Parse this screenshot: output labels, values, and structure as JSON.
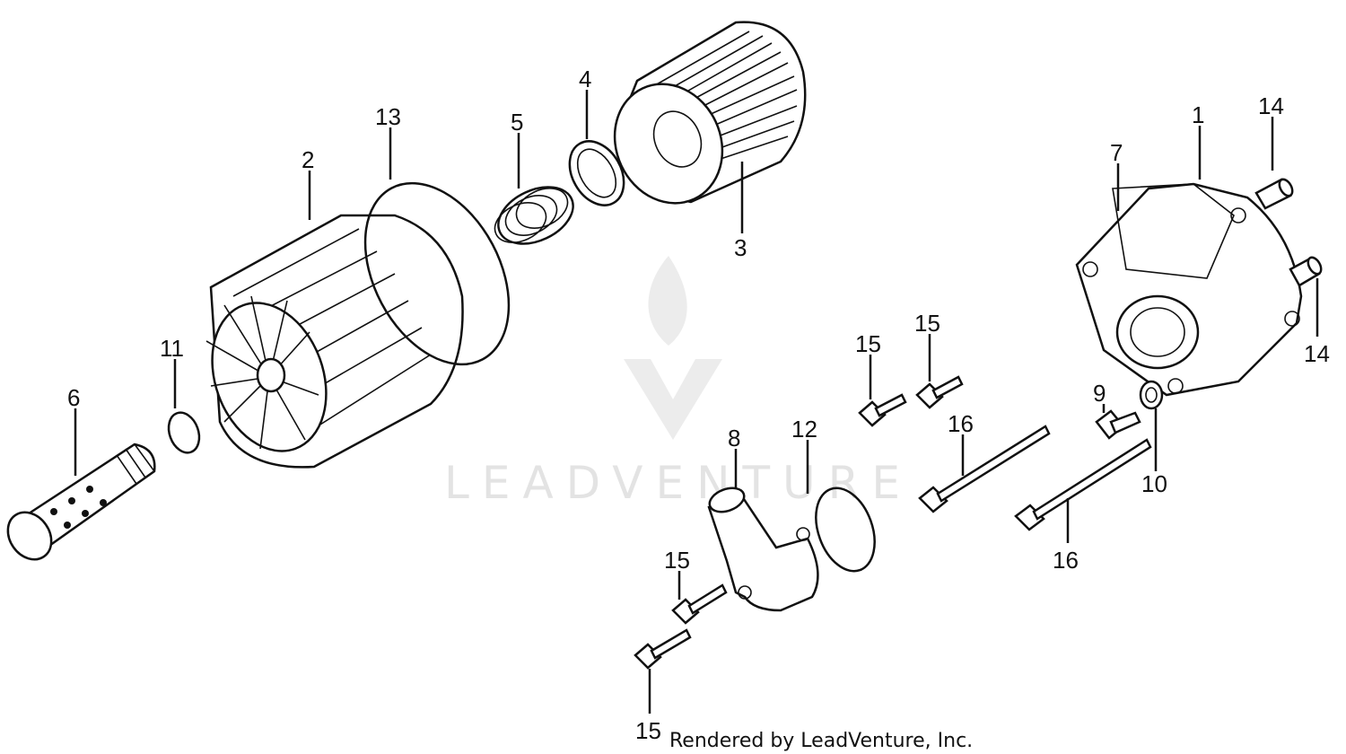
{
  "diagram": {
    "callouts": [
      {
        "id": "c1",
        "label": "1"
      },
      {
        "id": "c2",
        "label": "2"
      },
      {
        "id": "c3",
        "label": "3"
      },
      {
        "id": "c4",
        "label": "4"
      },
      {
        "id": "c5",
        "label": "5"
      },
      {
        "id": "c6",
        "label": "6"
      },
      {
        "id": "c7",
        "label": "7"
      },
      {
        "id": "c8",
        "label": "8"
      },
      {
        "id": "c9",
        "label": "9"
      },
      {
        "id": "c10",
        "label": "10"
      },
      {
        "id": "c11",
        "label": "11"
      },
      {
        "id": "c12",
        "label": "12"
      },
      {
        "id": "c13",
        "label": "13"
      },
      {
        "id": "c14a",
        "label": "14"
      },
      {
        "id": "c14b",
        "label": "14"
      },
      {
        "id": "c15a",
        "label": "15"
      },
      {
        "id": "c15b",
        "label": "15"
      },
      {
        "id": "c15c",
        "label": "15"
      },
      {
        "id": "c15d",
        "label": "15"
      },
      {
        "id": "c16a",
        "label": "16"
      },
      {
        "id": "c16b",
        "label": "16"
      }
    ],
    "credit": "Rendered by LeadVenture, Inc.",
    "watermark_text": "LEADVENTURE"
  }
}
